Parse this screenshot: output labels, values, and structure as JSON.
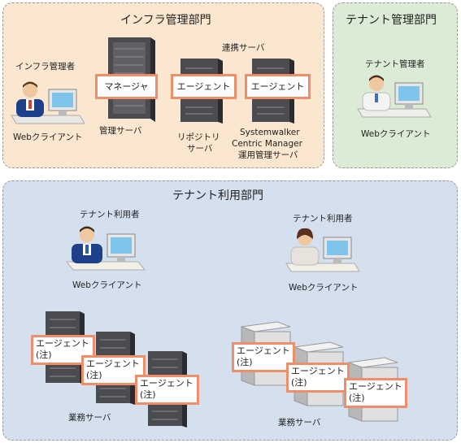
{
  "infra_dept": {
    "title": "インフラ管理部門",
    "admin_label": "インフラ管理者",
    "client_label": "Webクライアント",
    "mgmt_server_label": "管理サーバ",
    "manager_tag": "マネージャ",
    "coop_label": "連携サーバ",
    "agent_tag_1": "エージェント",
    "agent_tag_2": "エージェント",
    "repo_label_1": "リポジトリ",
    "repo_label_2": "サーバ",
    "sw_label_1": "Systemwalker",
    "sw_label_2": "Centric Manager",
    "sw_label_3": "運用管理サーバ"
  },
  "tenant_dept": {
    "title": "テナント管理部門",
    "admin_label": "テナント管理者",
    "client_label": "Webクライアント"
  },
  "user_dept": {
    "title": "テナント利用部門",
    "user1_label": "テナント利用者",
    "client1_label": "Webクライアント",
    "user2_label": "テナント利用者",
    "client2_label": "Webクライアント",
    "biz_servers_left_label": "業務サーバ",
    "biz_servers_right_label": "業務サーバ",
    "agent_tag": "エージェント",
    "note": "(注)"
  }
}
